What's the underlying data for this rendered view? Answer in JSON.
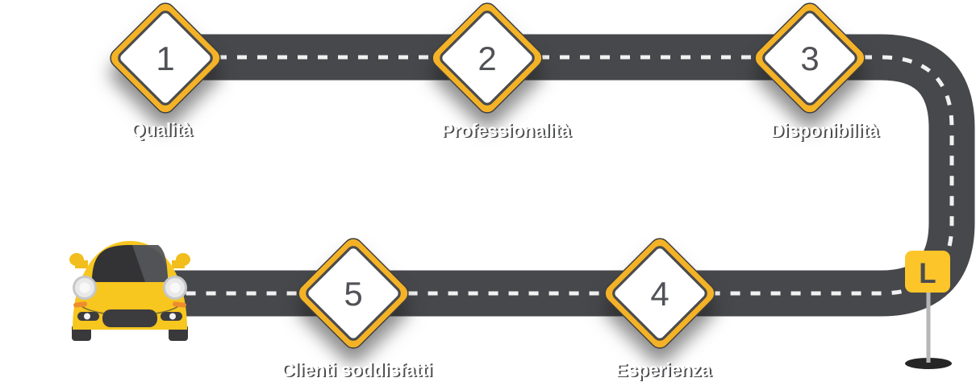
{
  "title": "driving-school-roadmap",
  "signs": [
    {
      "number": "1",
      "label": "Qualità"
    },
    {
      "number": "2",
      "label": "Professionalità"
    },
    {
      "number": "3",
      "label": "Disponibilità"
    },
    {
      "number": "4",
      "label": "Esperienza"
    },
    {
      "number": "5",
      "label": "Clienti soddisfatti"
    }
  ],
  "learner_plate": {
    "letter": "L"
  },
  "icons": {
    "car": "yellow-beetle-car-front",
    "road": "dark-road-with-dashed-center-line",
    "milestone": "diamond-road-sign",
    "learner": "learner-plate-on-pole"
  },
  "colors": {
    "background": "#ffffff",
    "road": "#47484b",
    "road_dash": "#f1f1f1",
    "sign_border_yellow": "#f4b226",
    "sign_outline": "#3e3f41",
    "sign_inner_ring": "#4a4b4d",
    "sign_face": "#ffffff",
    "number_gray": "#515257",
    "label_white": "#ffffff",
    "learner_yellow": "#fcc52a",
    "car_body_yellow": "#f7c61f",
    "indicator_orange": "#ee8c2e"
  }
}
